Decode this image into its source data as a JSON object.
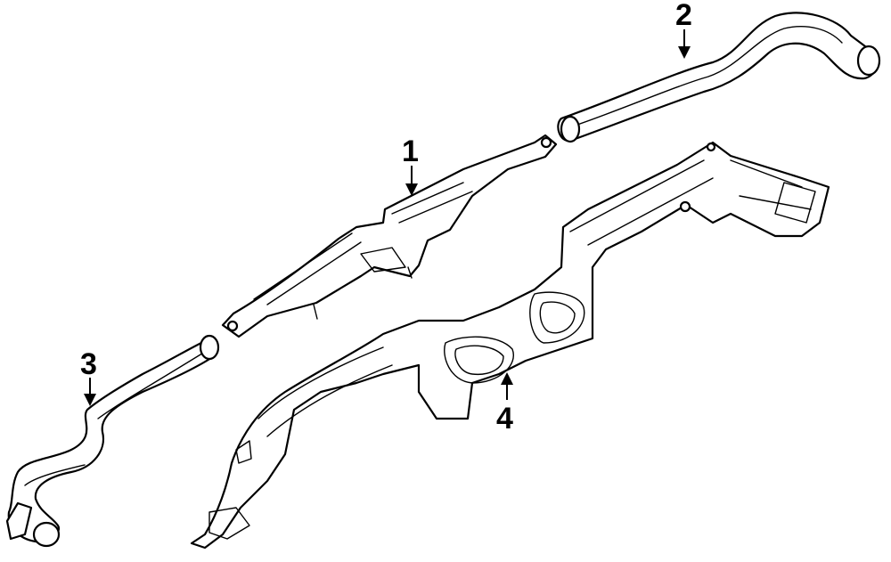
{
  "callouts": [
    {
      "label": "1"
    },
    {
      "label": "2"
    },
    {
      "label": "3"
    },
    {
      "label": "4"
    }
  ],
  "colors": {
    "line": "#000000",
    "background": "#ffffff"
  }
}
